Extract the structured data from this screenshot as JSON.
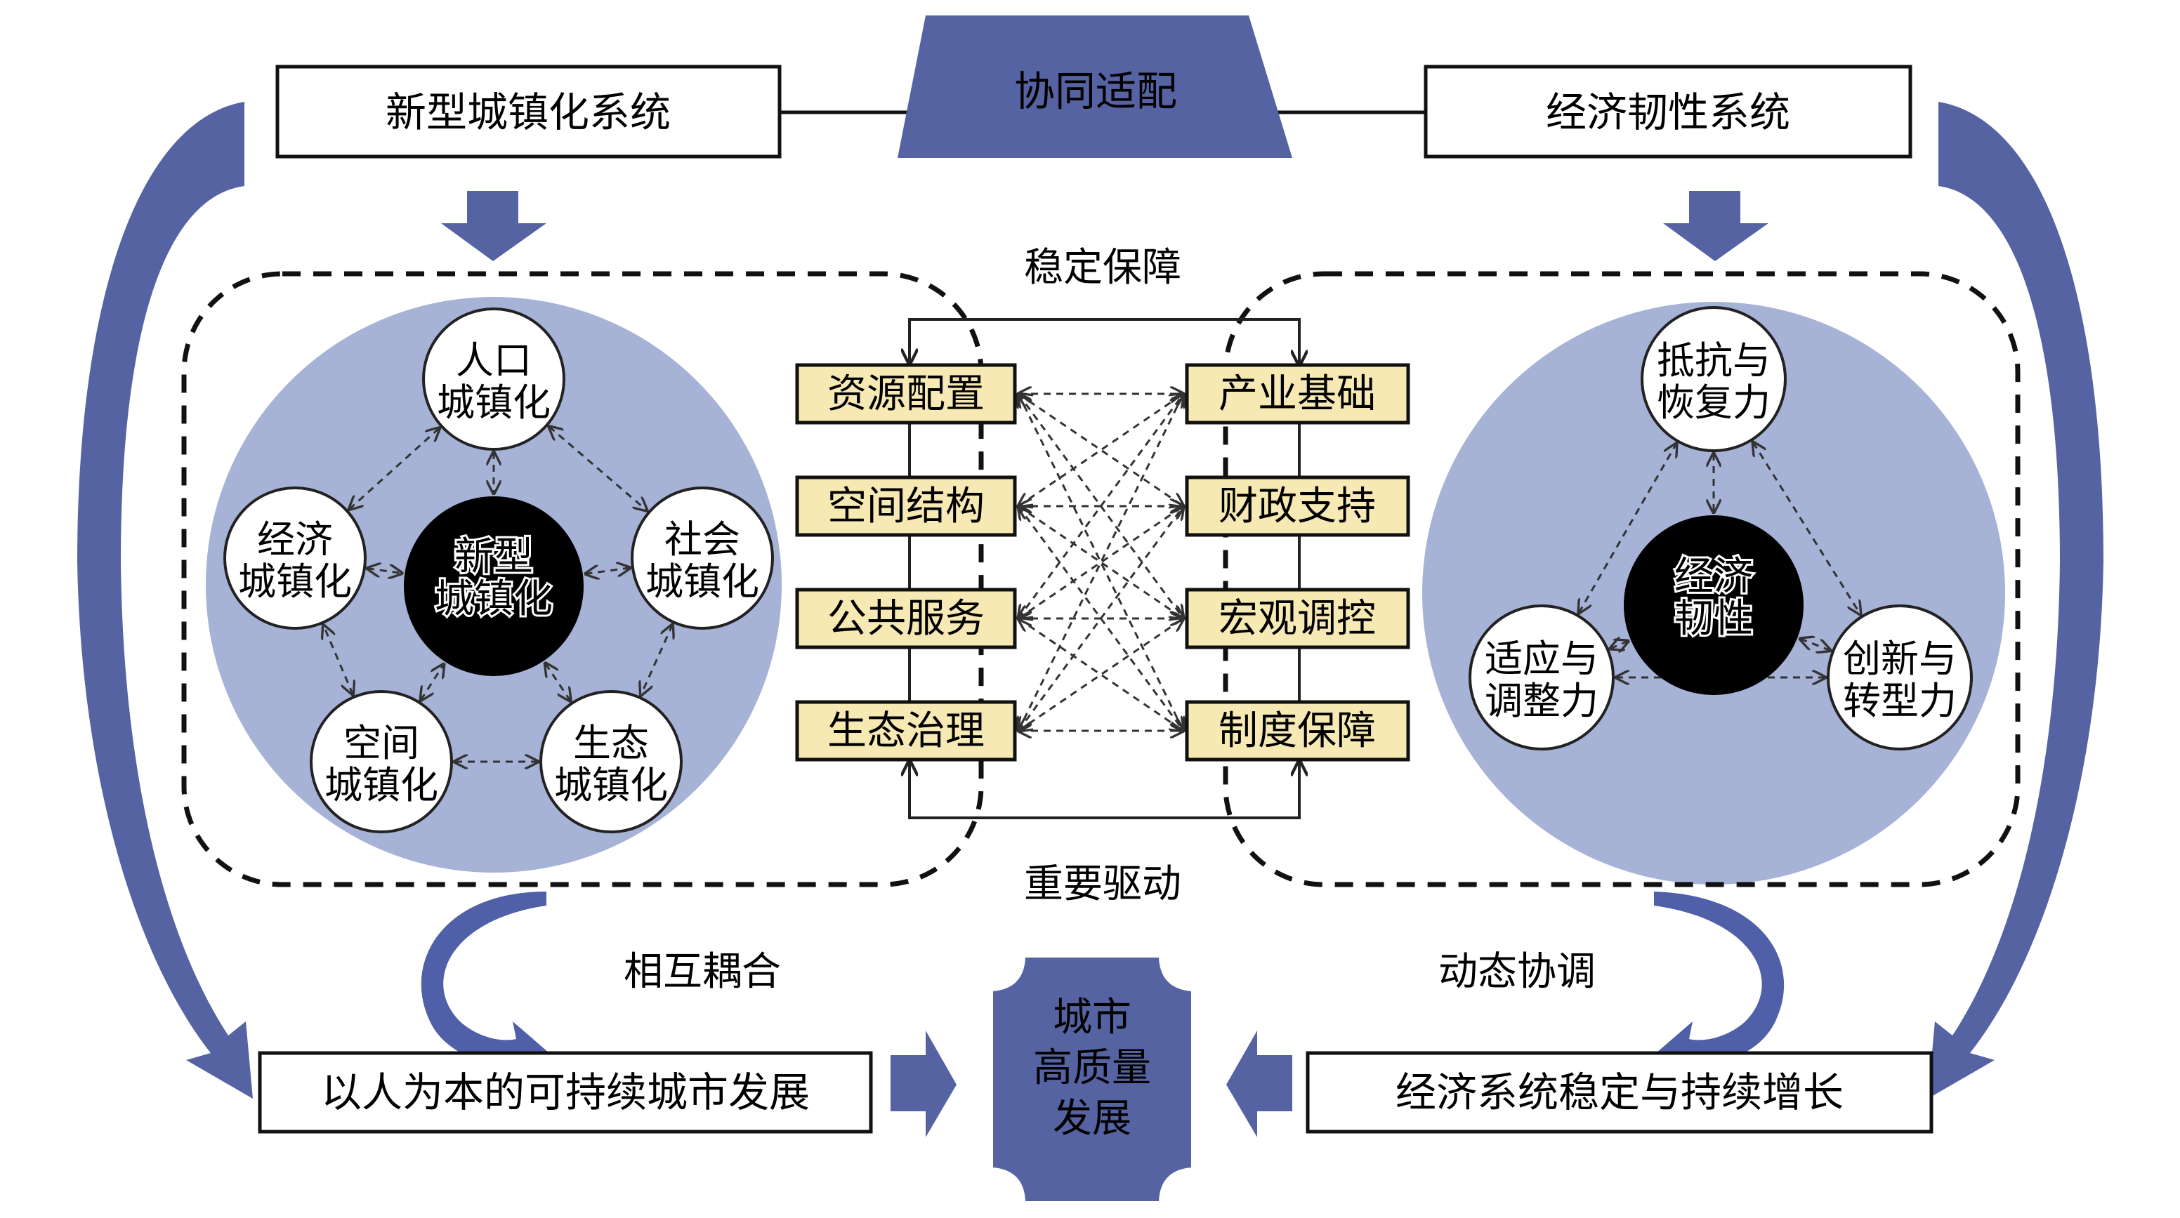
{
  "colors": {
    "primary_blue": "#5563a3",
    "circle_bg": "#a6b2d6",
    "factor_box_fill": "#f7e9b4",
    "core_fill": "#000000",
    "border": "#111111"
  },
  "header": {
    "left_system": "新型城镇化系统",
    "center_link": "协同适配",
    "right_system": "经济韧性系统"
  },
  "left_cluster": {
    "core": [
      "新型",
      "城镇化"
    ],
    "nodes": [
      {
        "lines": [
          "人口",
          "城镇化"
        ]
      },
      {
        "lines": [
          "社会",
          "城镇化"
        ]
      },
      {
        "lines": [
          "生态",
          "城镇化"
        ]
      },
      {
        "lines": [
          "空间",
          "城镇化"
        ]
      },
      {
        "lines": [
          "经济",
          "城镇化"
        ]
      }
    ]
  },
  "right_cluster": {
    "core": [
      "经济",
      "韧性"
    ],
    "nodes": [
      {
        "lines": [
          "抵抗与",
          "恢复力"
        ]
      },
      {
        "lines": [
          "创新与",
          "转型力"
        ]
      },
      {
        "lines": [
          "适应与",
          "调整力"
        ]
      }
    ]
  },
  "middle": {
    "top_label": "稳定保障",
    "bottom_label": "重要驱动",
    "left_factors": [
      "资源配置",
      "空间结构",
      "公共服务",
      "生态治理"
    ],
    "right_factors": [
      "产业基础",
      "财政支持",
      "宏观调控",
      "制度保障"
    ]
  },
  "feedback": {
    "left_label": "相互耦合",
    "right_label": "动态协调"
  },
  "outcomes": {
    "left": "以人为本的可持续城市发展",
    "right": "经济系统稳定与持续增长",
    "center": [
      "城市",
      "高质量",
      "发展"
    ]
  }
}
